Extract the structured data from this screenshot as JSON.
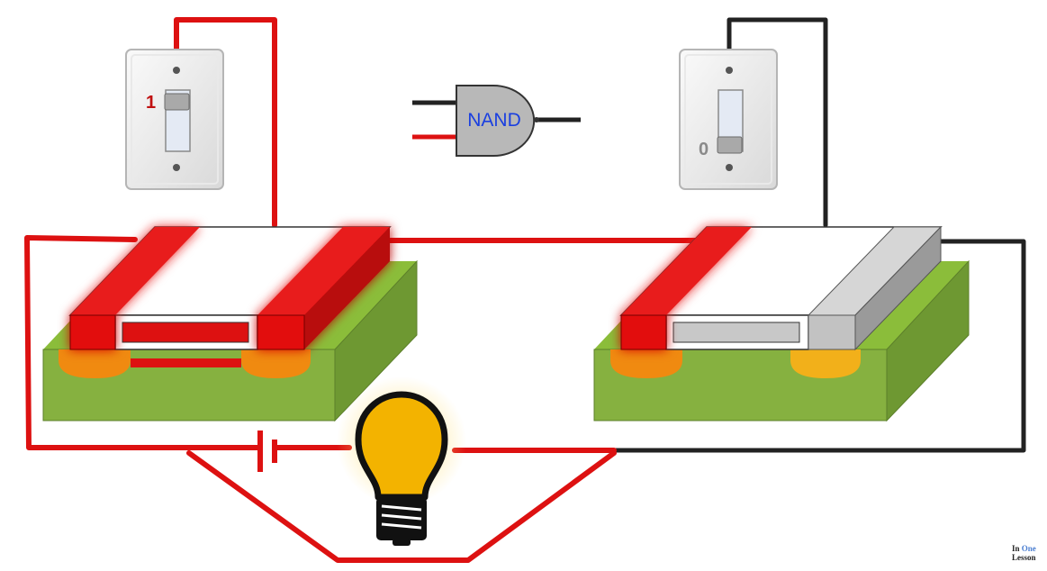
{
  "gate": {
    "label": "NAND"
  },
  "switch_left": {
    "state_label": "1"
  },
  "switch_right": {
    "state_label": "0"
  },
  "logo": {
    "line1_a": "In ",
    "line1_b": "One",
    "line2": "Lesson"
  },
  "colors": {
    "wire_on": "#dd1111",
    "wire_off": "#222222",
    "gate_fill": "#b8b8b8",
    "gate_text": "#1a3fe0",
    "substrate_top": "#8bbd3a",
    "substrate_front": "#86b140",
    "substrate_side": "#6e9832",
    "doped_region": "#f08a10",
    "doped_region_off": "#f2b01a",
    "bulb_glass": "#f3b300",
    "logo_accent": "#4b7fd1"
  }
}
